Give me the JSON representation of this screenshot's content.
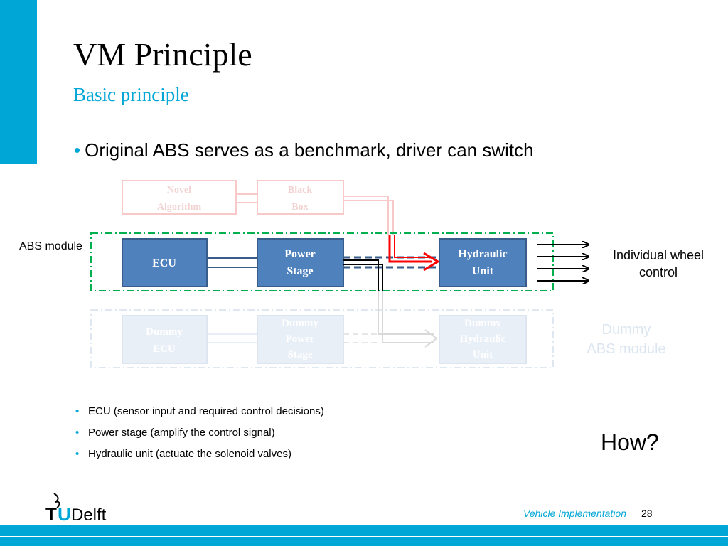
{
  "slide": {
    "title": "VM Principle",
    "subtitle": "Basic principle",
    "main_bullet": "Original ABS serves as a benchmark, driver can switch",
    "sub_bullets": [
      "ECU (sensor input and required control decisions)",
      "Power stage (amplify the control signal)",
      "Hydraulic unit (actuate the solenoid valves)"
    ],
    "how": "How?"
  },
  "diagram": {
    "top_blocks": {
      "novel_algorithm": [
        "Novel",
        "Algorithm"
      ],
      "black_box": [
        "Black",
        "Box"
      ]
    },
    "abs_module": {
      "label": "ABS module",
      "ecu": "ECU",
      "power_stage": [
        "Power",
        "Stage"
      ],
      "hydraulic_unit": [
        "Hydraulic",
        "Unit"
      ]
    },
    "dummy_module": {
      "label": [
        "Dummy",
        "ABS module"
      ],
      "ecu": [
        "Dummy",
        "ECU"
      ],
      "power_stage": [
        "Dummy",
        "Power",
        "Stage"
      ],
      "hydraulic_unit": [
        "Dummy",
        "Hydraulic",
        "Unit"
      ]
    },
    "output_label": [
      "Individual wheel",
      "control"
    ],
    "colors": {
      "block_fill": "#4f81bd",
      "block_border": "#385d8a",
      "faded_block": "#e9eff7",
      "faded_red": "#f7c9c9",
      "green_dash": "#00b050",
      "red_arrow": "#ff0000",
      "accent": "#00a6d6"
    }
  },
  "footer": {
    "logo_text": "TUDelft",
    "course": "Vehicle Implementation",
    "page": "28"
  }
}
